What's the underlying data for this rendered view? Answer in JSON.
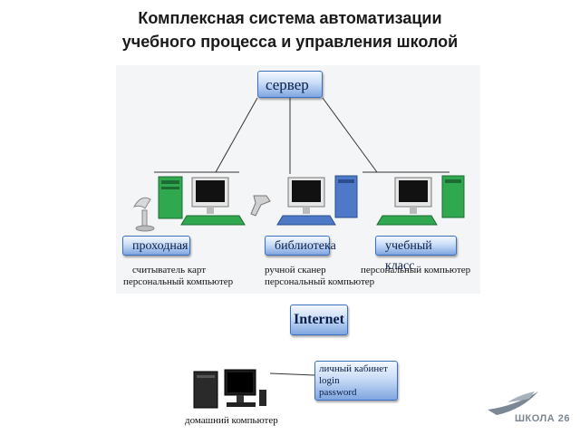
{
  "title": {
    "line1": "Комплексная система автоматизации",
    "line2": "учебного процесса и управления школой"
  },
  "server": {
    "label": "сервер"
  },
  "workstations": [
    {
      "label": "проходная",
      "notes": [
        "считыватель карт",
        "персональный компьютер"
      ]
    },
    {
      "label": "библиотека",
      "notes": [
        "ручной сканер",
        "персональный компьютер"
      ]
    },
    {
      "label": "учебный класс",
      "notes": [
        "персональный компьютер"
      ]
    }
  ],
  "internet": {
    "label": "Internet"
  },
  "home": {
    "label": "домашний компьютер",
    "cabinet_lines": [
      "личный кабинет",
      "login",
      "password"
    ]
  },
  "logo": {
    "text": "ШКОЛА 26"
  },
  "colors": {
    "box_blue": "#7fa6e0",
    "pc_green": "#2fa84f",
    "pc_blue": "#4d79c6"
  }
}
